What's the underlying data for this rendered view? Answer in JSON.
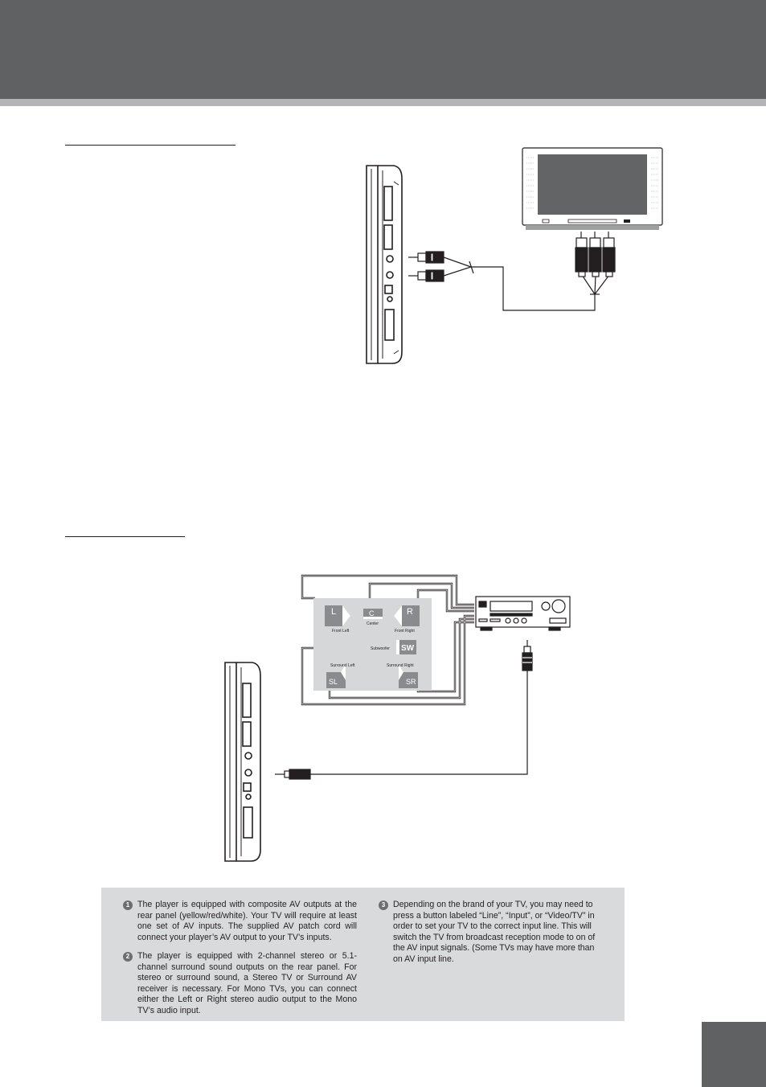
{
  "diagram": {
    "speakers": {
      "front_left_letter": "L",
      "front_left_label": "Front Left",
      "center_letter": "C",
      "center_label": "Center",
      "front_right_letter": "R",
      "front_right_label": "Front Right",
      "subwoofer_letter": "SW",
      "subwoofer_label": "Subwoofer",
      "surround_left_letter": "SL",
      "surround_left_label": "Surround Left",
      "surround_right_letter": "SR",
      "surround_right_label": "Surround Right"
    }
  },
  "notes": [
    {
      "number": "1",
      "text": "The player is equipped with composite AV outputs at the rear panel (yellow/red/white). Your TV will require at least one set of AV inputs. The supplied AV patch cord will connect your player’s AV output to your TV’s inputs."
    },
    {
      "number": "2",
      "text": "The player is equipped with 2-channel stereo or 5.1-channel surround sound outputs on the rear panel. For stereo or surround sound, a Stereo TV or Surround AV receiver is necessary. For Mono TVs, you can connect either the Left or Right stereo audio output to the Mono TV’s audio input."
    },
    {
      "number": "3",
      "text": "Depending on the brand of your TV, you may need to press a button labeled “Line”, “Input”, or “Video/TV” in order to set your TV to the correct input line. This will switch the TV from broadcast reception mode to on of the AV input signals. (Some TVs may have more than on AV input line."
    }
  ],
  "colors": {
    "header": "#606163",
    "stripe": "#b3b4b6",
    "notes_bg": "#d9dadb",
    "speaker_panel": "#d6d7d8",
    "speaker_tile": "#8a8b8e"
  }
}
